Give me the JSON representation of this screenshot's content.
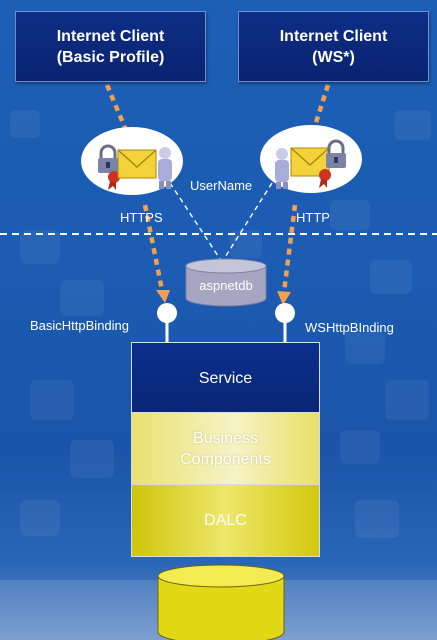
{
  "clients": {
    "left": {
      "line1": "Internet Client",
      "line2": "(Basic Profile)"
    },
    "right": {
      "line1": "Internet Client",
      "line2": "(WS*)"
    }
  },
  "labels": {
    "username": "UserName",
    "https": "HTTPS",
    "http": "HTTP",
    "aspnetdb": "aspnetdb",
    "basic_binding": "BasicHttpBinding",
    "ws_binding": "WSHttpBInding"
  },
  "stack": {
    "service": "Service",
    "business_line1": "Business",
    "business_line2": "Components",
    "dalc": "DALC"
  },
  "colors": {
    "background": "#1d5fb6",
    "client_box": "#0d2e86",
    "service_box": "#0b2f8c",
    "business_box": "#ece67a",
    "dalc_box": "#d6cc16",
    "arrow": "#f0a050",
    "database": "#a6a6c2"
  },
  "icons": [
    "lock-icon",
    "envelope-icon",
    "user-icon",
    "certificate-icon"
  ]
}
